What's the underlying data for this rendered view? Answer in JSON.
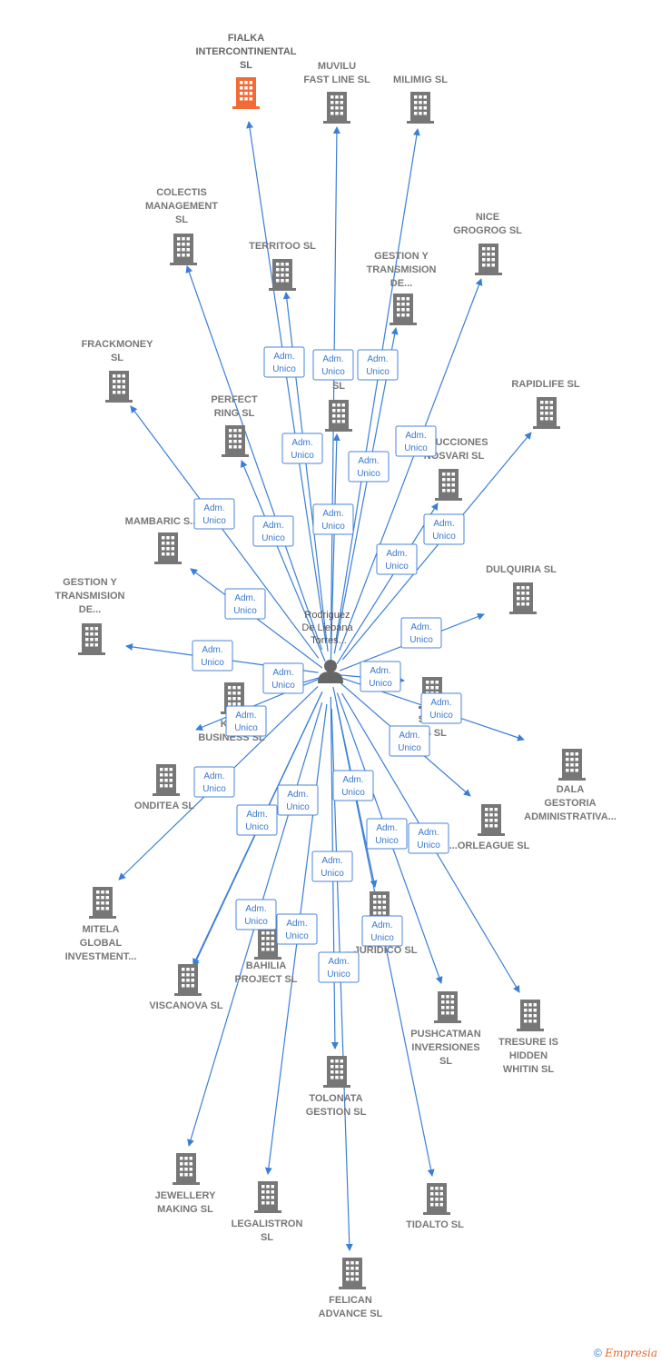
{
  "colors": {
    "edge": "#3a7fd6",
    "building": "#777777",
    "building_main": "#f26a35",
    "person": "#666666",
    "role_text": "#3a78cc"
  },
  "person": {
    "label": [
      "Rodriguez",
      "De Liebana",
      "Torres..."
    ],
    "icon": "person-icon"
  },
  "role_label": [
    "Adm.",
    "Unico"
  ],
  "footer": {
    "copyright": "©",
    "brand": "Empresia"
  },
  "companies": [
    {
      "id": "fialka",
      "label": [
        "FIALKA",
        "INTERCONTINENTAL",
        "SL"
      ],
      "main": true
    },
    {
      "id": "muvilu",
      "label": [
        "MUVILU",
        "FAST LINE  SL"
      ]
    },
    {
      "id": "milimig",
      "label": [
        "MILIMIG  SL"
      ]
    },
    {
      "id": "colectis",
      "label": [
        "COLECTIS",
        "MANAGEMENT",
        "SL"
      ]
    },
    {
      "id": "territoo",
      "label": [
        "TERRITOO  SL"
      ]
    },
    {
      "id": "gestion1",
      "label": [
        "GESTION Y",
        "TRANSMISION",
        "DE..."
      ]
    },
    {
      "id": "nice",
      "label": [
        "NICE",
        "GROGROG  SL"
      ]
    },
    {
      "id": "frackmoney",
      "label": [
        "FRACKMONEY",
        "SL"
      ]
    },
    {
      "id": "hidden1",
      "label": [
        "...EM",
        "SL"
      ]
    },
    {
      "id": "perfect",
      "label": [
        "PERFECT",
        "RING  SL"
      ]
    },
    {
      "id": "rapidlife",
      "label": [
        "RAPIDLIFE  SL"
      ]
    },
    {
      "id": "construcciones",
      "label": [
        "...RUCCIONES",
        "NOSVARI SL"
      ]
    },
    {
      "id": "mambaric",
      "label": [
        "MAMBARIC  S..."
      ]
    },
    {
      "id": "dulquiria",
      "label": [
        "DULQUIRIA  SL"
      ]
    },
    {
      "id": "gestion2",
      "label": [
        "GESTION Y",
        "TRANSMISION",
        "DE..."
      ]
    },
    {
      "id": "key",
      "label": [
        "KE...",
        "BUSINESS  SL"
      ]
    },
    {
      "id": "sim",
      "label": [
        "SIM...",
        "...S  SL"
      ]
    },
    {
      "id": "dala",
      "label": [
        "DALA",
        "GESTORIA",
        "ADMINISTRATIVA..."
      ]
    },
    {
      "id": "onditea",
      "label": [
        "ONDITEA  SL"
      ]
    },
    {
      "id": "orleague",
      "label": [
        "...ORLEAGUE  SL"
      ]
    },
    {
      "id": "mitela",
      "label": [
        "MITELA",
        "GLOBAL",
        "INVESTMENT..."
      ]
    },
    {
      "id": "bahilia",
      "label": [
        "BAHILIA",
        "PROJECT  SL"
      ]
    },
    {
      "id": "juridico",
      "label": [
        "...JURIDICO SL"
      ]
    },
    {
      "id": "viscanova",
      "label": [
        "VISCANOVA  SL"
      ]
    },
    {
      "id": "pushcatman",
      "label": [
        "PUSHCATMAN",
        "INVERSIONES",
        "SL"
      ]
    },
    {
      "id": "tresure",
      "label": [
        "TRESURE IS",
        "HIDDEN",
        "WHITIN  SL"
      ]
    },
    {
      "id": "tolonata",
      "label": [
        "TOLONATA",
        "GESTION  SL"
      ]
    },
    {
      "id": "jewellery",
      "label": [
        "JEWELLERY",
        "MAKING  SL"
      ]
    },
    {
      "id": "legalistron",
      "label": [
        "LEGALISTRON",
        "SL"
      ]
    },
    {
      "id": "tidalto",
      "label": [
        "TIDALTO  SL"
      ]
    },
    {
      "id": "felican",
      "label": [
        "FELICAN",
        "ADVANCE  SL"
      ]
    }
  ]
}
